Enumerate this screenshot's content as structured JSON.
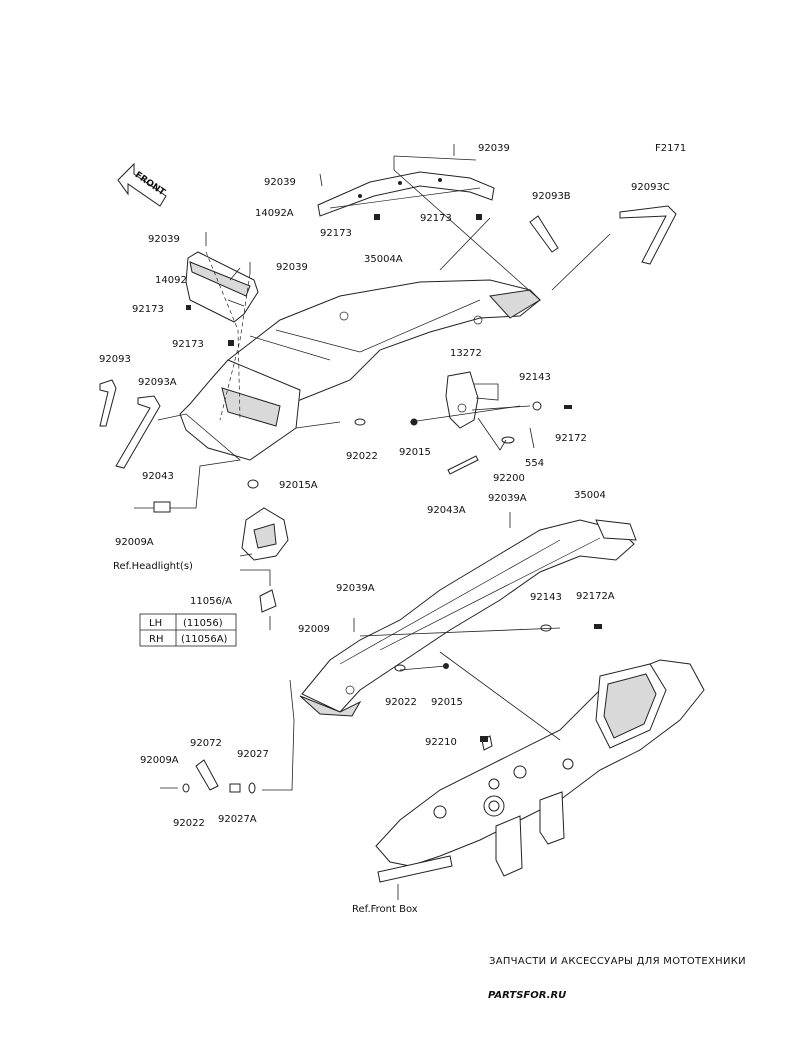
{
  "figure_code": "F2171",
  "front_arrow_label": "FRONT",
  "refs": {
    "headlight": "Ref.Headlight(s)",
    "front_box": "Ref.Front Box"
  },
  "parts": {
    "p92039_top": "92039",
    "p92039_upper": "92039",
    "p92039_left": "92039",
    "p92039_mid": "92039",
    "p14092A": "14092A",
    "p14092": "14092",
    "p92173_a": "92173",
    "p92173_b": "92173",
    "p92173_c": "92173",
    "p92173_d": "92173",
    "p35004A": "35004A",
    "p92093B": "92093B",
    "p92093C": "92093C",
    "p92093": "92093",
    "p92093A": "92093A",
    "p13272": "13272",
    "p92143_a": "92143",
    "p92172": "92172",
    "p554": "554",
    "p92200": "92200",
    "p92043A": "92043A",
    "p92022_a": "92022",
    "p92015_a": "92015",
    "p92015A": "92015A",
    "p92043": "92043",
    "p92009A": "92009A",
    "p11056A": "11056/A",
    "p92009": "92009",
    "p92039A_a": "92039A",
    "p35004": "35004",
    "p92039A_b": "92039A",
    "p92143_b": "92143",
    "p92172A": "92172A",
    "p92022_b": "92022",
    "p92015_b": "92015",
    "p92210": "92210",
    "p92072": "92072",
    "p92027": "92027",
    "p92009A_b": "92009A",
    "p92022_c": "92022",
    "p92027A": "92027A"
  },
  "variant_table": {
    "rows": [
      {
        "side": "LH",
        "part": "(11056)"
      },
      {
        "side": "RH",
        "part": "(11056A)"
      }
    ]
  },
  "watermark": {
    "caption": "ЗАПЧАСТИ И АКСЕССУАРЫ ДЛЯ МОТОТЕХНИКИ",
    "logo": "PARTSFOR.RU"
  },
  "colors": {
    "line": "#222222",
    "watermark_caption": "#e58a8a",
    "watermark_logo": "#f3bcbc"
  }
}
